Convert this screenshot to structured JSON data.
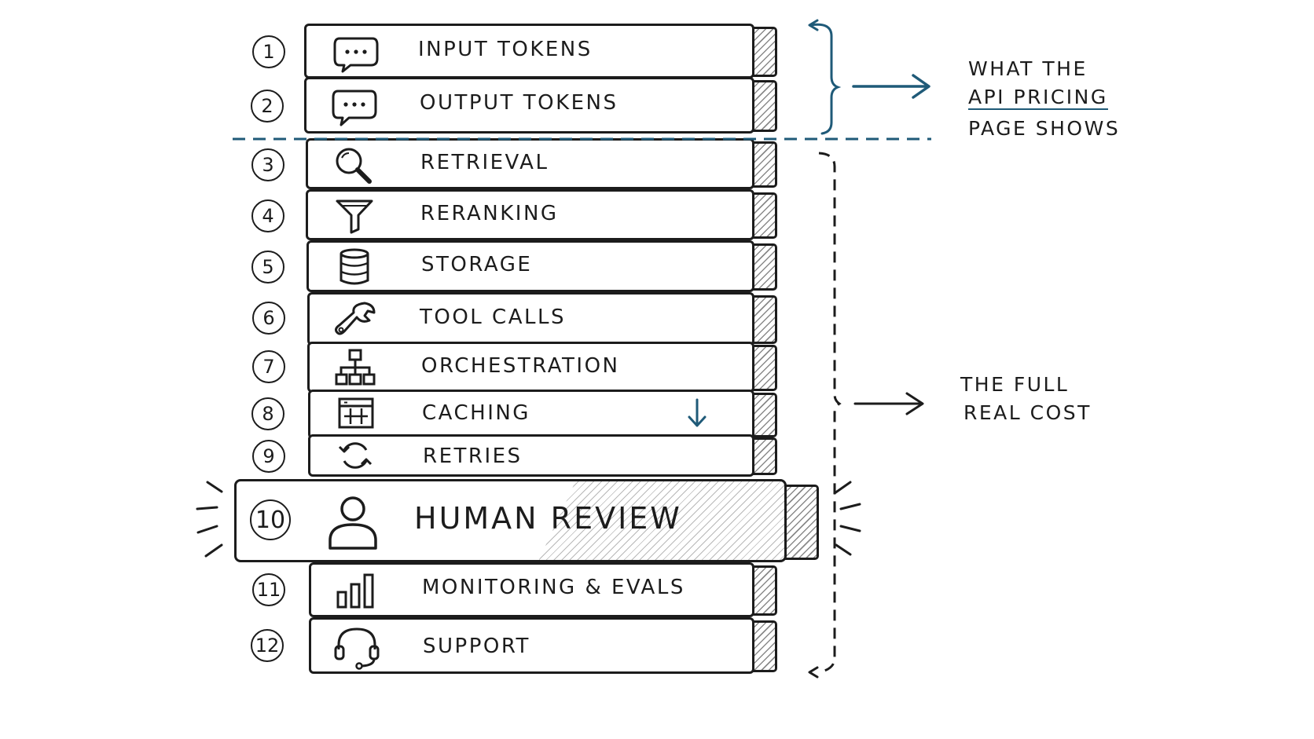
{
  "layers": [
    {
      "num": "1",
      "label": "INPUT TOKENS",
      "icon": "speech-bubble-icon"
    },
    {
      "num": "2",
      "label": "OUTPUT TOKENS",
      "icon": "speech-bubble-icon"
    },
    {
      "num": "3",
      "label": "RETRIEVAL",
      "icon": "magnifier-icon"
    },
    {
      "num": "4",
      "label": "RERANKING",
      "icon": "funnel-icon"
    },
    {
      "num": "5",
      "label": "STORAGE",
      "icon": "database-icon"
    },
    {
      "num": "6",
      "label": "TOOL CALLS",
      "icon": "wrench-icon"
    },
    {
      "num": "7",
      "label": "ORCHESTRATION",
      "icon": "hierarchy-icon"
    },
    {
      "num": "8",
      "label": "CACHING",
      "icon": "cache-table-icon"
    },
    {
      "num": "9",
      "label": "RETRIES",
      "icon": "refresh-icon"
    },
    {
      "num": "10",
      "label": "HUMAN REVIEW",
      "icon": "person-icon"
    },
    {
      "num": "11",
      "label": "MONITORING & EVALS",
      "icon": "bar-chart-icon"
    },
    {
      "num": "12",
      "label": "SUPPORT",
      "icon": "headset-icon"
    }
  ],
  "notes": {
    "pricing": {
      "line1": "WHAT  THE",
      "line2": "API  PRICING",
      "line3": "PAGE  SHOWS"
    },
    "full": {
      "line1": "THE  FULL",
      "line2": "REAL  COST"
    }
  },
  "colors": {
    "accent": "#1f5a78",
    "ink": "#1c1c1c"
  }
}
